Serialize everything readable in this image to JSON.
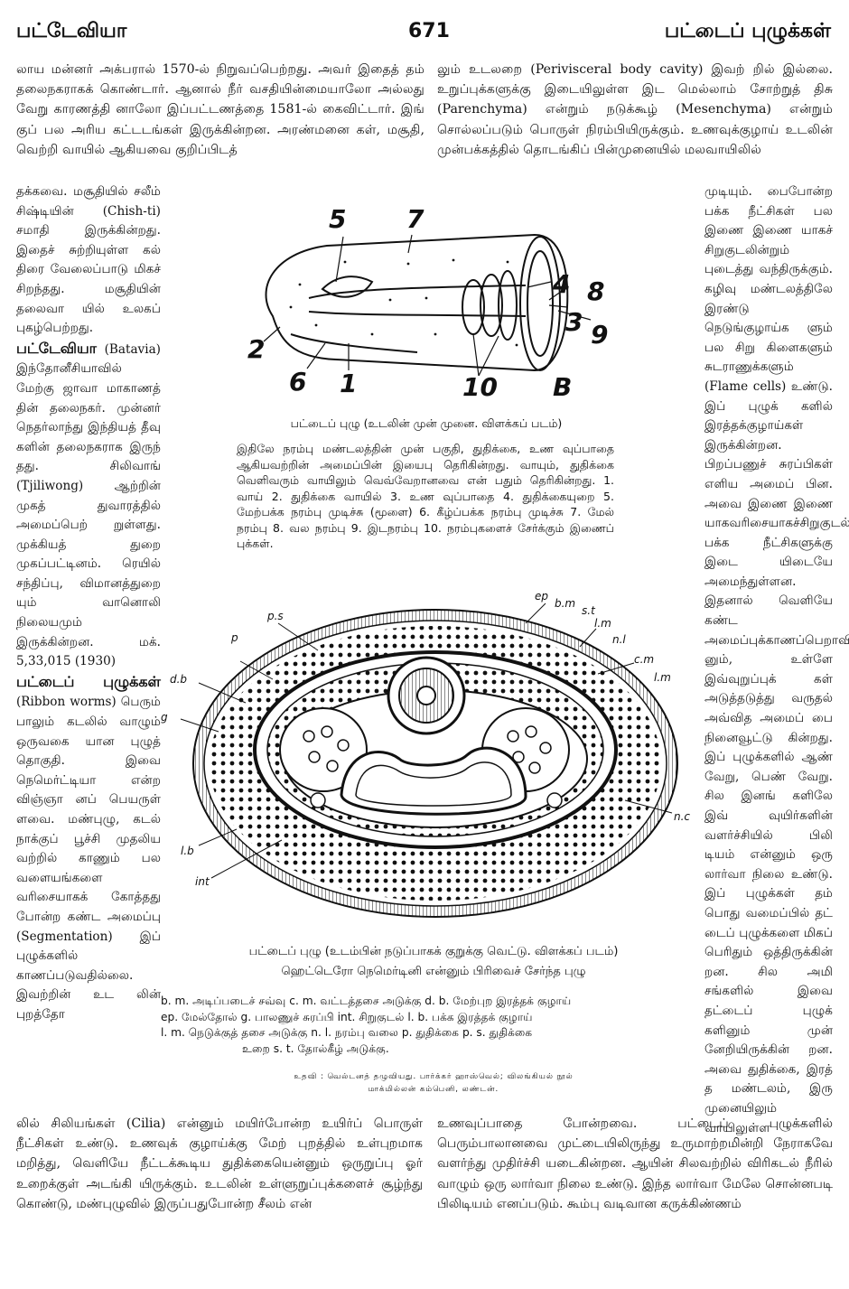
{
  "header": {
    "left": "பட்டேவியா",
    "page": "671",
    "right": "பட்டைப் புழுக்கள்"
  },
  "left_top": "லாய மன்னர் அக்பரால் 1570-ல் நிறுவப்பெற்றது. அவர் இதைத் தம் தலைநகராகக் கொண்டார். ஆனால் நீர் வசதியின்மையாலோ அல்லது வேறு காரணத்தி னாலோ இப்பட்டணத்தை 1581-ல் கைவிட்டார். இங் குப் பல அரிய கட்டடங்கள் இருக்கின்றன. அரண்மனை கள், மசூதி, வெற்றி வாயில் ஆகியவை குறிப்பிடத்",
  "left_col": {
    "p1": "தக்கவை. மசூதியில் சலீம் சிஷ்டியின் (Chish-ti) சமாதி இருக்கின்றது. இதைச் சுற்றியுள்ள கல் திரை வேலைப்பாடு மிகச் சிறந்தது. மசூதியின் தலைவா யில் உலகப் புகழ்பெற்றது.",
    "hw1": "பட்டேவியா",
    "p2": " (Batavia) இந்தோனீசியாவில் மேற்கு ஜாவா மாகாணத் தின் தலைநகர். முன்னர் நெதர்லாந்து இந்தியத் தீவு களின் தலைநகராக இருந் தது. சிலிவாங் (Tjiliwong) ஆற்றின் முகத் துவாரத்தில் அமைப்பெற் றுள்ளது. முக்கியத் துறை முகப்பட்டினம். ரெயில் சந்திப்பு, விமானத்துறை யும் வானொலி நிலையமும் இருக்கின்றன. மக். 5,33,015 (1930)",
    "hw2": "பட்டைப் புழுக்கள்",
    "p3": " (Ribbon worms) பெரும் பாலும் கடலில் வாழும் ஒருவகை யான புழுத் தொகுதி. இவை நெமெர்ட்டியா என்ற விஞ்ஞா னப் பெயருள் ளவை. மண்புழு, கடல் நாக்குப் பூச்சி முதலிய வற்றில் காணும் பல வளையங்களை வரிசையாகக் கோத்தது போன்ற கண்ட அமைப்பு (Segmentation) இப் புழுக்களில் காணப்படுவதில்லை. இவற்றின் உட லின் புறத்தோ"
  },
  "right_top": "லும் உடலறை (Perivisceral body cavity) இவற் றில் இல்லை. உறுப்புக்களுக்கு இடையிலுள்ள இட மெல்லாம் சோற்றுத் திசு (Parenchyma) என்றும் நடுக்கூழ் (Mesenchyma) என்றும் சொல்லப்படும் பொருள் நிரம்பியிருக்கும். உணவுக்குழாய் உடலின் முன்பக்கத்தில் தொடங்கிப் பின்முனையில் மலவாயிலில்",
  "right_col": "முடியும். பைபோன்ற பக்க நீட்சிகள் பல இணை இணை யாகச் சிறுகுடலின்றும் புடைத்து வந்திருக்கும். கழிவு மண்டலத்திலே இரண்டு நெடுங்குழாய்க ளும் பல சிறு கிளைகளும் சுடராணுக்களும் (Flame cells) உண்டு. இப் புழுக் களில் இரத்தக்குழாய்கள் இருக்கின்றன. பிறப்பணுச் சுரப்பிகள் எளிய அமைப் பின. அவை இணை இணை யாகவரிசையாகச்சிறுகுடல் பக்க நீட்சிகளுக்கு இடை யிடையே அமைந்துள்ளன. இதனால் வெளியே கண்ட அமைப்புக்காணப்பெறாவிடி னும், உள்ளே இவ்வுறுப்புக் கள் அடுத்தடுத்து வருதல் அவ்வித அமைப் பை நினைவூட்டு கின்றது. இப் புழுக்களில் ஆண் வேறு, பெண் வேறு. சில இனங் களிலே இவ் வுயிர்களின் வளர்ச்சியில் பிலி டியம் என்னும் ஒரு லார்வா நிலை உண்டு. இப் புழுக்கள் தம் பொது வமைப்பில் தட் டைப் புழுக்களை மிகப் பெரிதும் ஒத்திருக்கின் றன. சில அமி சங்களில் இவை தட்டைப் புழுக் களினும் முன் னேறியிருக்கின் றன. அவை துதிக்கை, இரத் த மண்டலம், இரு முனையிலும் வாயிலுள்ள",
  "bottom_left": "லில் சிலியங்கள் (Cilia) என்னும் மயிர்போன்ற உயிர்ப் பொருள் நீட்சிகள் உண்டு. உணவுக் குழாய்க்கு மேற் புறத்தில் உள்புறமாக மறித்து, வெளியே நீட்டக்கூடிய துதிக்கையென்னும் ஒருறுப்பு ஓர் உறைக்குள் அடங்கி யிருக்கும். உடலின் உள்ளுறுப்புக்களைச் சூழ்ந்து கொண்டு, மண்புழுவில் இருப்பதுபோன்ற சீலம் என்",
  "bottom_right": "உணவுப்பாதை போன்றவை. பட்டைப் புழுக்களில் பெரும்பாலானவை முட்டையிலிருந்து உருமாற்றமின்றி நேராகவே வளர்ந்து முதிர்ச்சி யடைகின்றன. ஆயின் சிலவற்றில் விரிகடல் நீரில் வாழும் ஒரு லார்வா நிலை உண்டு. இந்த லார்வா மேலே சொன்னபடி பிலிடியம் எனப்படும். கூம்பு வடிவான கருக்கிண்ணம்",
  "fig1": {
    "labels": [
      "5",
      "7",
      "4",
      "8",
      "3",
      "9",
      "2",
      "6",
      "1",
      "10",
      "B"
    ],
    "caption": "பட்டைப் புழு (உடலின் முன் முனை. விளக்கப் படம்)",
    "desc": "இதிலே நரம்பு மண்டலத்தின் முன் பகுதி, துதிக்கை, உண வுப்பாதை ஆகியவற்றின் அமைப்பின் இயைபு தெரிகின்றது. வாயும், துதிக்கை வெளிவரும் வாயிலும் வெவ்வேறானவை என் பதும் தெரிகின்றது. 1. வாய் 2. துதிக்கை வாயில் 3. உண வுப்பாதை 4. துதிக்கையுறை 5. மேற்பக்க நரம்பு முடிச்சு (மூளை) 6. கீழ்ப்பக்க நரம்பு முடிச்சு 7. மேல் நரம்பு 8. வல நரம்பு 9. இடநரம்பு 10. நரம்புகளைச் சேர்க்கும் இணைப் புக்கள்."
  },
  "fig2": {
    "labels": [
      "p.s",
      "ep",
      "b.m",
      "s.t",
      "l.m",
      "n.l",
      "c.m",
      "l.m",
      "p",
      "d.b",
      "g",
      "n.c",
      "l.b",
      "int"
    ],
    "caption": "பட்டைப் புழு (உடம்பின் நடுப்பாகக் குறுக்கு வெட்டு. விளக்கப் படம்)",
    "caption2": "ஹெட்டெரோ நெமெர்டினி என்னும் பிரிவைச் சேர்ந்த புழு",
    "legend": [
      "b. m. அடிப்படைச் சவ்வு c. m. வட்டத்தசை அடுக்கு d. b. மேற்புற இரத்தக் குழாய்",
      "ep. மேல்தோல் g. பாலணுச் சுரப்பி int. சிறுகுடல் l. b. பக்க இரத்தக் குழாய்",
      "l. m. நெடுக்குத் தசை அடுக்கு n. l. நரம்பு வலை p. துதிக்கை p. s. துதிக்கை",
      "உறை s. t. தோல்கீழ் அடுக்கு."
    ],
    "credit1": "உதவி : வெல்டனத் தழுவியது. பார்க்கர் ஹாஸ்வெல்; விலங்கியல் நூல்",
    "credit2": "மாக்மில்லன் கம்பெனி, லண்டன்."
  }
}
